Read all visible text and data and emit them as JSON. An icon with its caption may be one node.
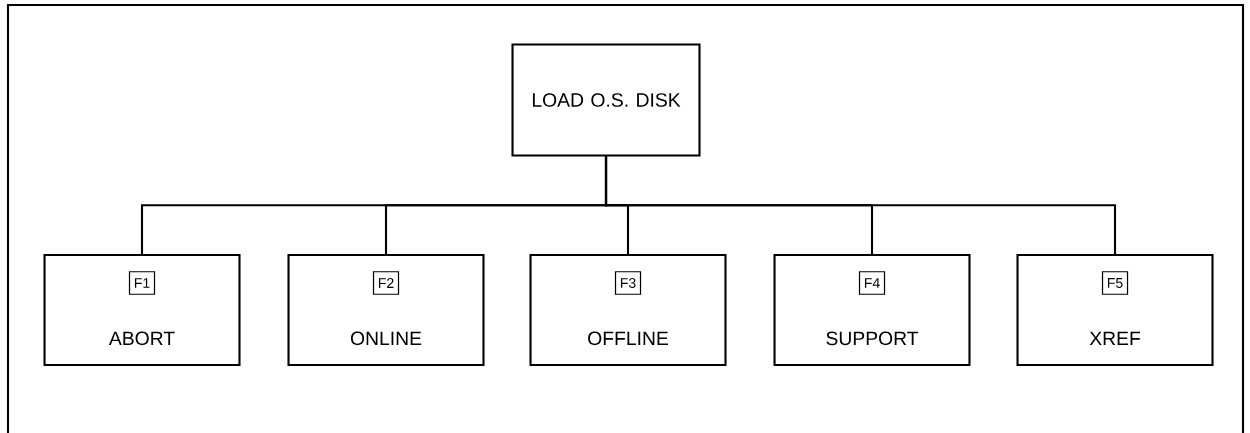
{
  "diagram": {
    "nodes": [
      {
        "text": [
          "LOAD O.S. DISK"
        ]
      },
      {
        "text": [
          "ABORT"
        ]
      },
      {
        "text": [
          "F1"
        ],
        "in": 1
      },
      {
        "text": [
          "ONLINE"
        ]
      },
      {
        "text": [
          "F2"
        ],
        "in": 3
      },
      {
        "text": [
          "OFFLINE"
        ]
      },
      {
        "text": [
          "F3"
        ],
        "in": 5
      },
      {
        "text": [
          "SUPPORT"
        ]
      },
      {
        "text": [
          "F4"
        ],
        "in": 7
      },
      {
        "text": [
          "XREF"
        ]
      },
      {
        "text": [
          "F5"
        ],
        "in": 9
      }
    ],
    "edges": [
      {
        "from": 0,
        "to": 1,
        "arrow": "none"
      },
      {
        "from": 0,
        "to": 3,
        "arrow": "none"
      },
      {
        "from": 0,
        "to": 5,
        "arrow": "none"
      },
      {
        "from": 0,
        "to": 7,
        "arrow": "none"
      },
      {
        "from": 0,
        "to": 9,
        "arrow": "none"
      }
    ]
  }
}
